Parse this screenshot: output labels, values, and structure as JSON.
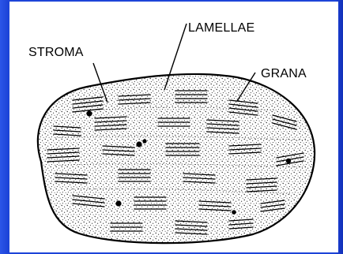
{
  "diagram": {
    "labels": {
      "stroma": "STROMA",
      "lamellae": "LAMELLAE",
      "grana": "GRANA"
    },
    "colors": {
      "frame": "#1d44d8",
      "panel": "#ffffff",
      "ink": "#000000"
    }
  }
}
